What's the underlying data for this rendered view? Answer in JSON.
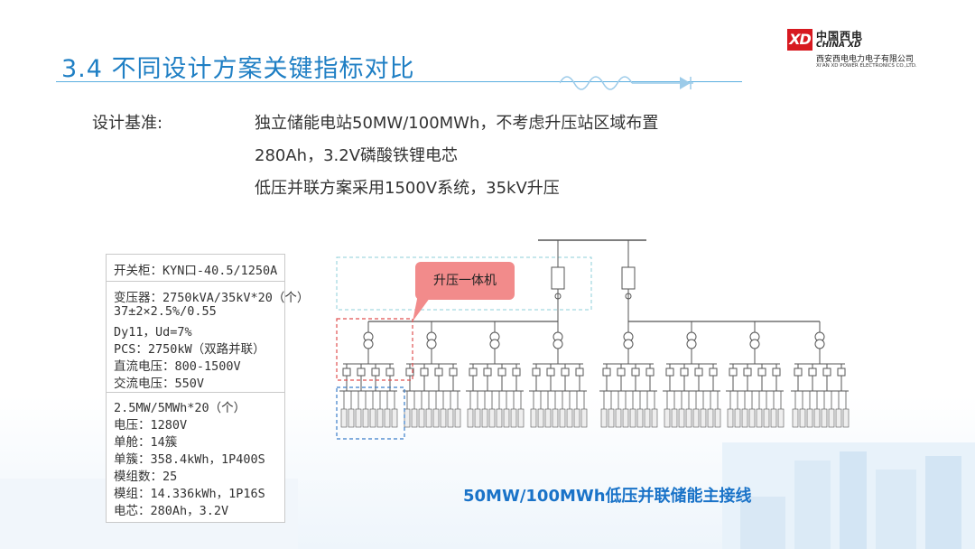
{
  "title": "3.4 不同设计方案关键指标对比",
  "logo": {
    "mark": "XD",
    "cn": "中国西电",
    "en": "CHINA XD",
    "company_cn": "西安西电电力电子有限公司",
    "company_en": "XI'AN XD POWER ELECTRONICS CO.,LTD."
  },
  "criteria": {
    "label": "设计基准:",
    "lines": [
      "独立储能电站50MW/100MWh，不考虑升压站区域布置",
      "280Ah，3.2V磷酸铁锂电芯",
      "低压并联方案采用1500V系统，35kV升压"
    ]
  },
  "specs": {
    "switchgear": "开关柜：KYN口-40.5/1250A",
    "transformer": [
      "变压器：2750kVA/35kV*20（个）",
      "37±2×2.5%/0.55",
      "Dy11，Ud=7%",
      "PCS：2750kW（双路并联）",
      "直流电压：800-1500V",
      "交流电压：550V"
    ],
    "battery": [
      "2.5MW/5MWh*20（个）",
      "电压：1280V",
      "单舱：14簇",
      "单簇：358.4kWh，1P400S",
      "模组数：25",
      "模组：14.336kWh，1P16S",
      "电芯：280Ah，3.2V"
    ]
  },
  "diagram": {
    "callout": "升压一体机",
    "caption": "50MW/100MWh低压并联储能主接线"
  },
  "colors": {
    "title": "#1f7fc4",
    "caption": "#1a73c8",
    "callout": "#f28b8b",
    "logo_red": "#d71920"
  }
}
